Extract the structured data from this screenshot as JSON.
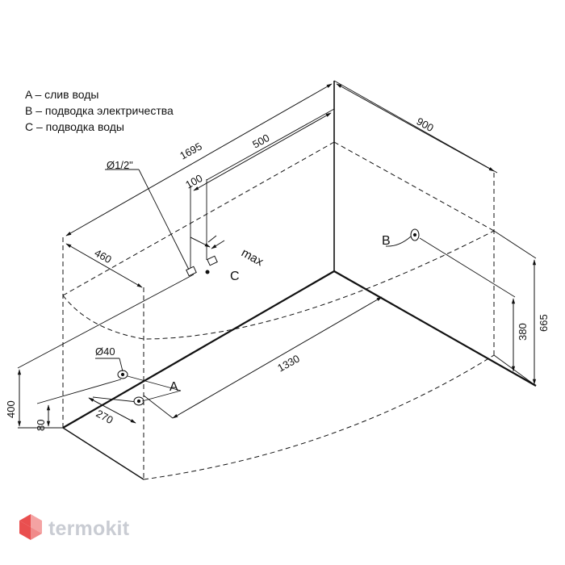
{
  "legend": [
    "A – слив воды",
    "B – подводка электричества",
    "C – подводка воды"
  ],
  "dimensions": {
    "d1695": "1695",
    "d500": "500",
    "d900": "900",
    "d100": "100",
    "d_pipe": "Ø1/2\"",
    "d_max": "max",
    "d460": "460",
    "d1330": "1330",
    "d40": "Ø40",
    "d270": "270",
    "d400": "400",
    "d80": "80",
    "d380": "380",
    "d665": "665"
  },
  "labels": {
    "a": "A",
    "b": "B",
    "c": "C"
  },
  "watermark": {
    "text": "termokit",
    "colors": [
      "#e94f4f",
      "#f4a3a3",
      "#c9ccd3"
    ]
  }
}
